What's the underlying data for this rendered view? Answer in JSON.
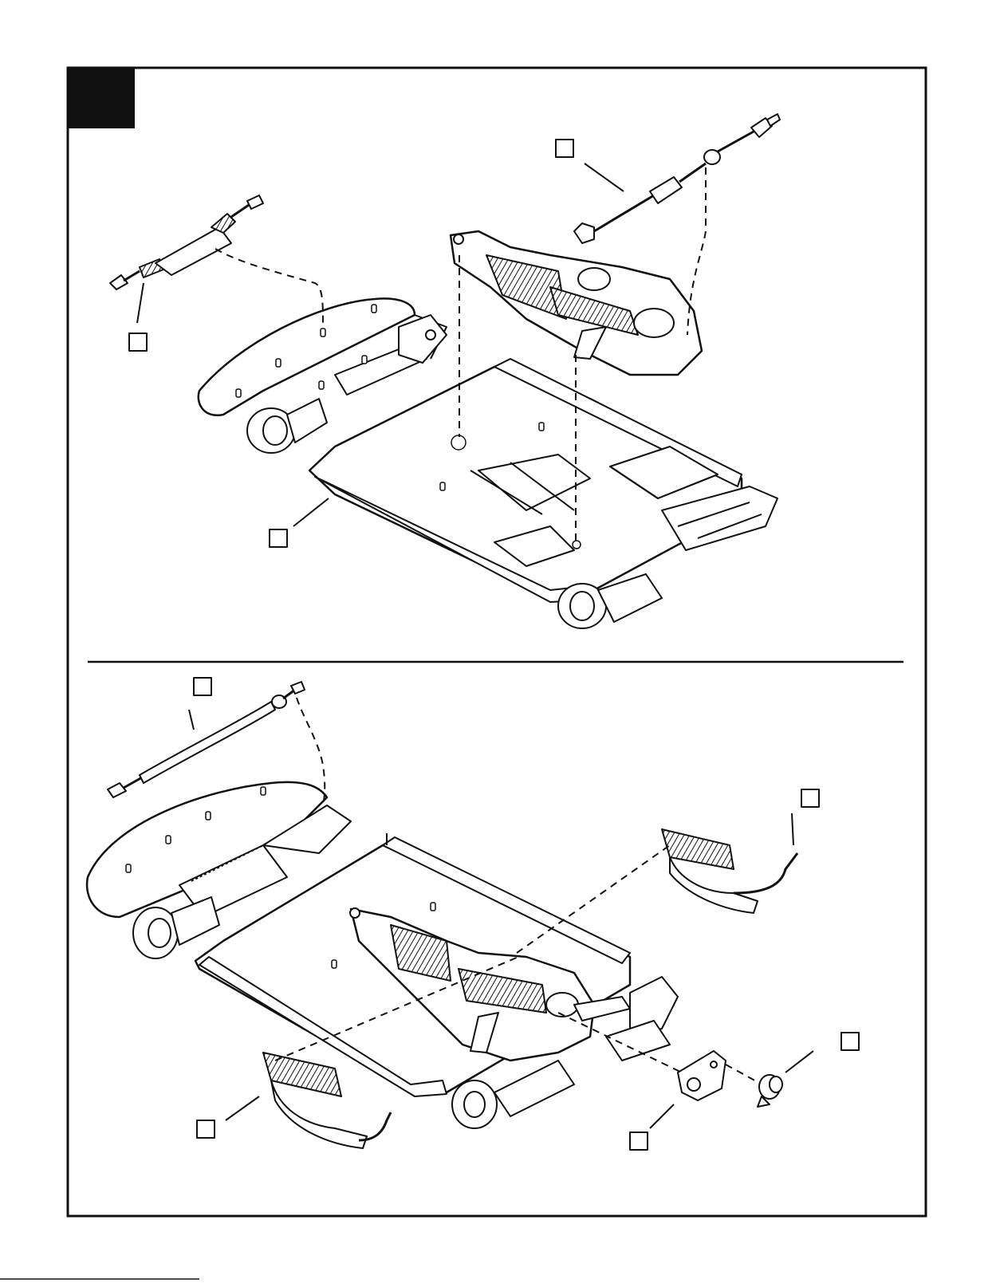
{
  "document": {
    "type": "model kit assembly instruction sheet",
    "step_badge_text": "",
    "footer_text": ""
  },
  "panels": {
    "top": {
      "callouts": [
        {
          "id": "top-axle-callout",
          "text": ""
        },
        {
          "id": "top-rear-axle-callout",
          "text": ""
        },
        {
          "id": "top-chassis-callout",
          "text": ""
        }
      ]
    },
    "bottom": {
      "callouts": [
        {
          "id": "bottom-axle-callout",
          "text": ""
        },
        {
          "id": "bottom-right-exhaust-callout",
          "text": ""
        },
        {
          "id": "bottom-left-exhaust-callout",
          "text": ""
        },
        {
          "id": "bottom-mount-callout",
          "text": ""
        },
        {
          "id": "bottom-knob-callout",
          "text": ""
        }
      ]
    }
  },
  "colors": {
    "ink": "#111111",
    "paper": "#ffffff",
    "badge": "#111111"
  }
}
